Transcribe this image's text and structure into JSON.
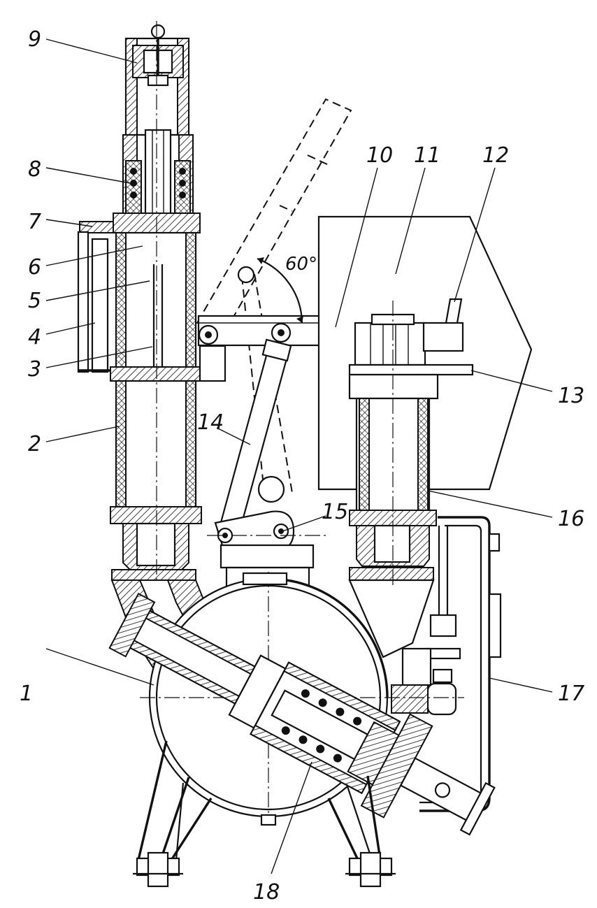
{
  "diagram": {
    "angle_label": "60°",
    "callouts": [
      {
        "id": "c1",
        "text": "1"
      },
      {
        "id": "c2",
        "text": "2"
      },
      {
        "id": "c3",
        "text": "3"
      },
      {
        "id": "c4",
        "text": "4"
      },
      {
        "id": "c5",
        "text": "5"
      },
      {
        "id": "c6",
        "text": "6"
      },
      {
        "id": "c7",
        "text": "7"
      },
      {
        "id": "c8",
        "text": "8"
      },
      {
        "id": "c9",
        "text": "9"
      },
      {
        "id": "c10",
        "text": "10"
      },
      {
        "id": "c11",
        "text": "11"
      },
      {
        "id": "c12",
        "text": "12"
      },
      {
        "id": "c13",
        "text": "13"
      },
      {
        "id": "c14",
        "text": "14"
      },
      {
        "id": "c15",
        "text": "15"
      },
      {
        "id": "c16",
        "text": "16"
      },
      {
        "id": "c17",
        "text": "17"
      },
      {
        "id": "c18",
        "text": "18"
      }
    ]
  }
}
